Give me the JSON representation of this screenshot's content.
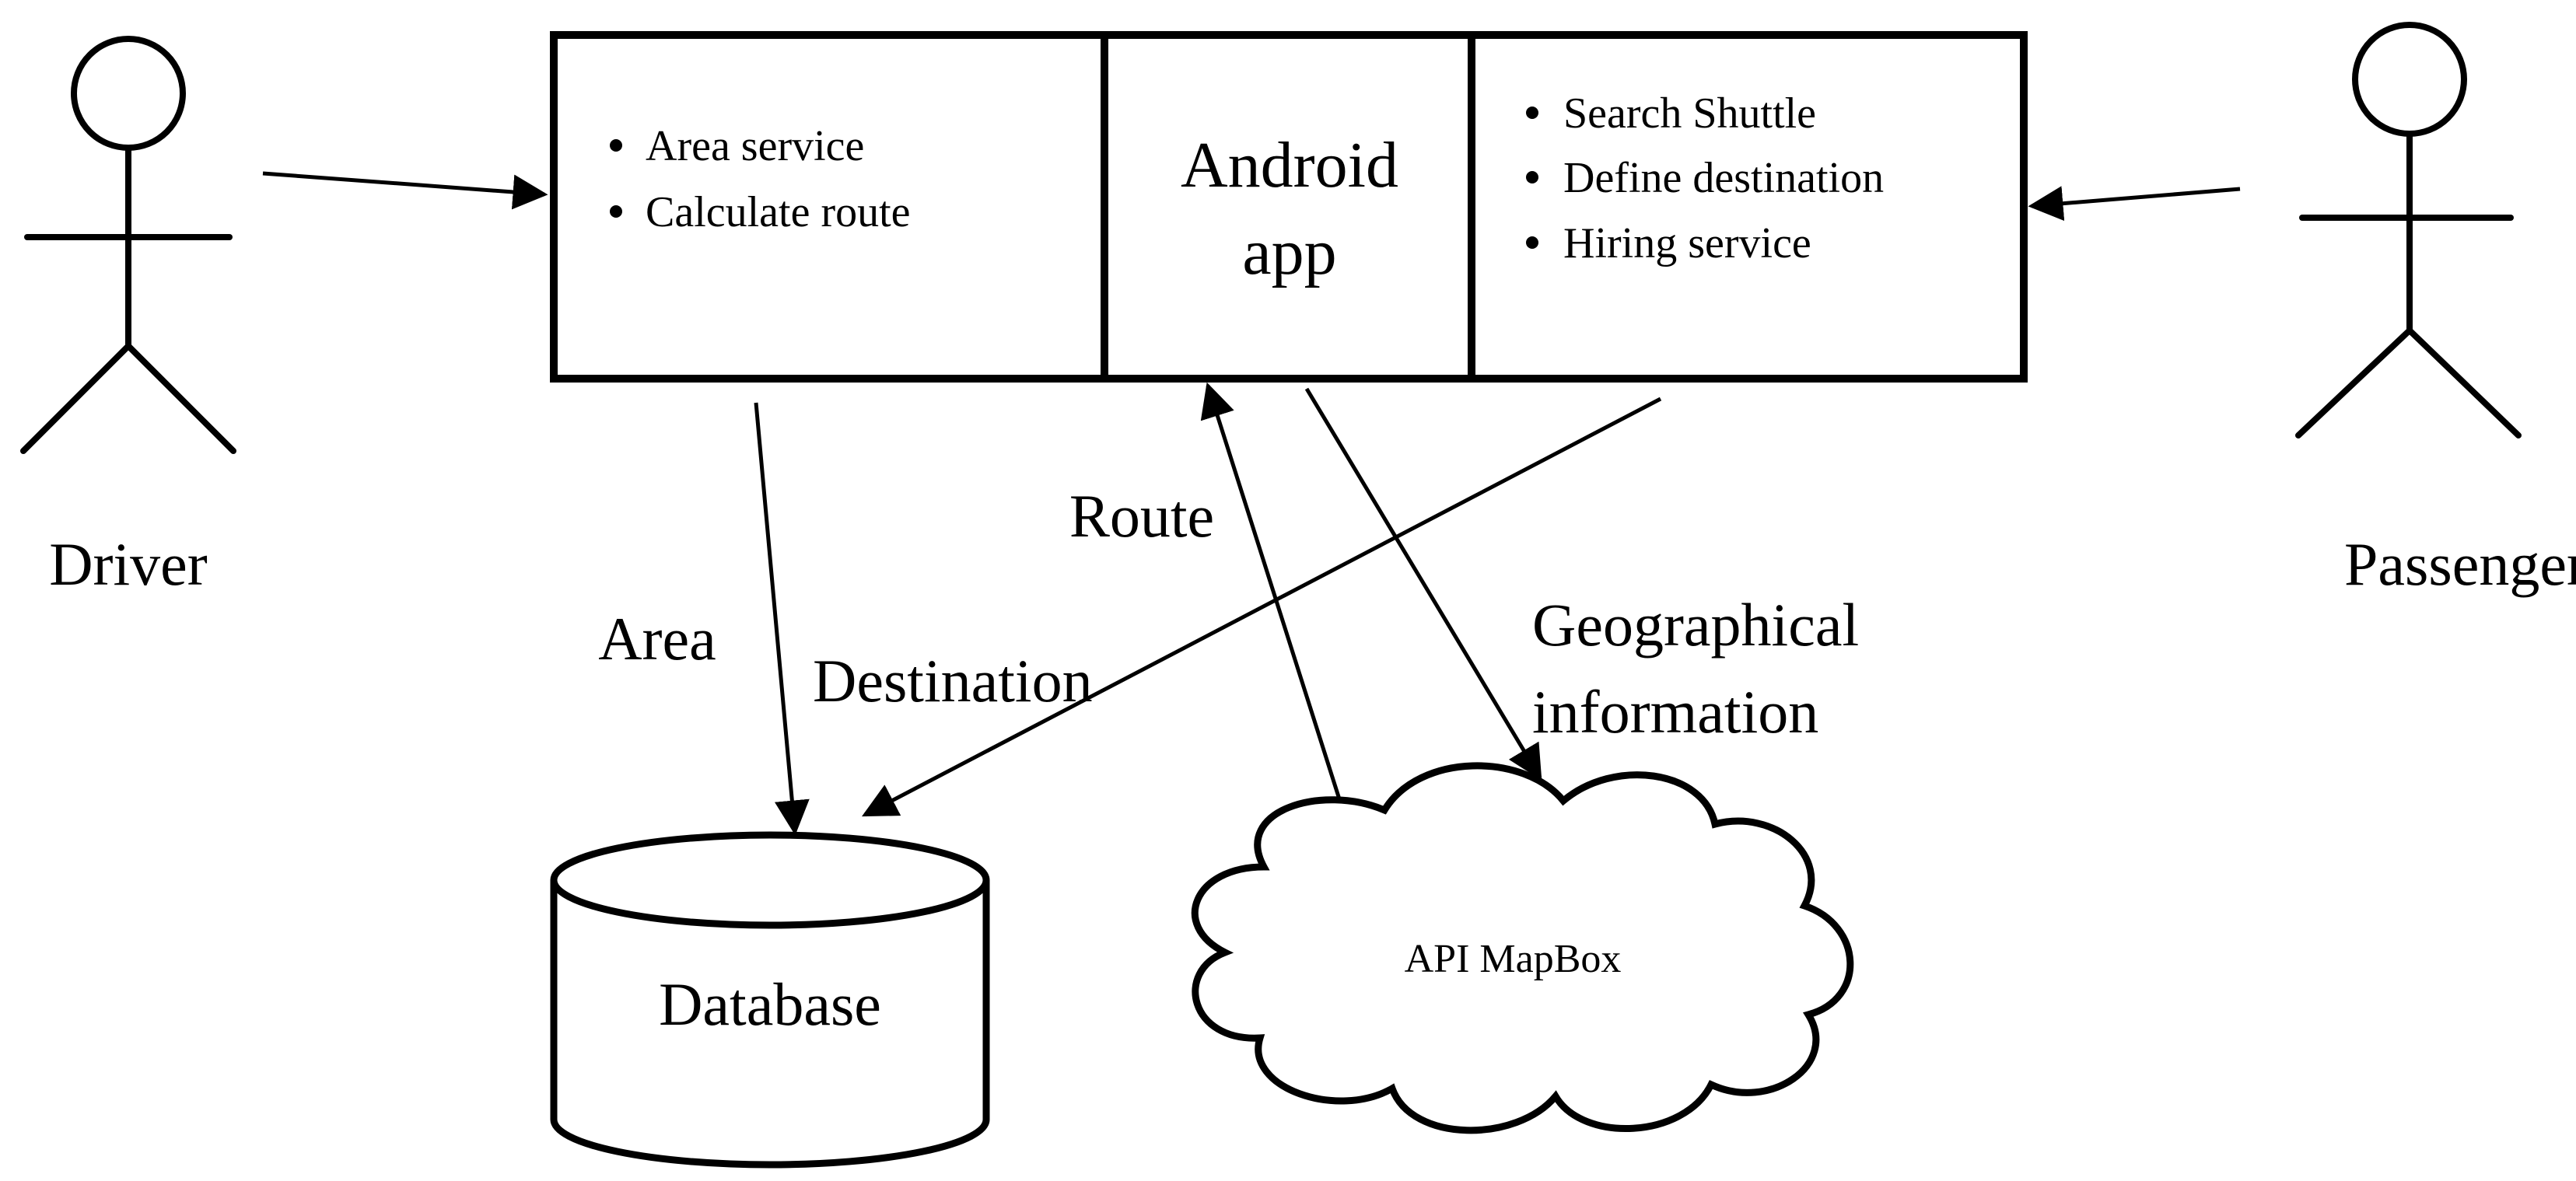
{
  "actors": {
    "driver": {
      "label": "Driver"
    },
    "passenger": {
      "label": "Passenger"
    }
  },
  "system": {
    "driver_features": [
      "Area service",
      "Calculate route"
    ],
    "app": {
      "line1": "Android",
      "line2": "app"
    },
    "passenger_features": [
      "Search Shuttle",
      "Define destination",
      "Hiring service"
    ]
  },
  "stores": {
    "database": {
      "label": "Database"
    },
    "api": {
      "label": "API MapBox"
    }
  },
  "flows": {
    "area": "Area",
    "destination": "Destination",
    "route": "Route",
    "geo_line1": "Geographical",
    "geo_line2": "information"
  }
}
